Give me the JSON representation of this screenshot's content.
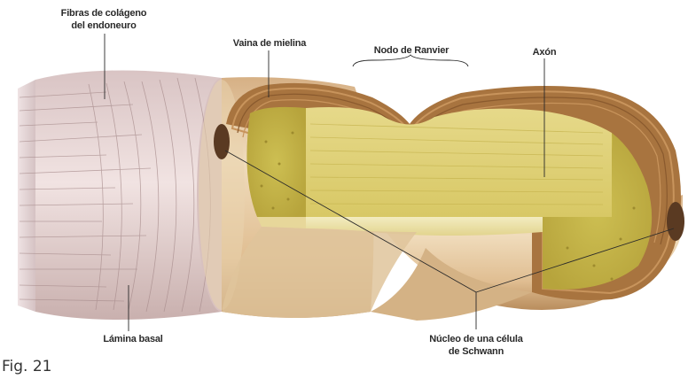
{
  "labels": {
    "fibras_line1": "Fibras de colágeno",
    "fibras_line2": "del endoneuro",
    "vaina": "Vaina de mielina",
    "nodo": "Nodo de Ranvier",
    "axon": "Axón",
    "lamina": "Lámina basal",
    "nucleo_line1": "Núcleo de una célula",
    "nucleo_line2": "de Schwann"
  },
  "figure": {
    "caption": "Fig. 21"
  },
  "colors": {
    "sheath_outer": "#c89a6a",
    "sheath_light": "#e7cda6",
    "myelin": "#a8743f",
    "axon_core": "#cdbf52",
    "axon_cut": "#ece3a8",
    "basal_lamina": "#e8d3d2",
    "nucleus": "#5a3a22"
  }
}
